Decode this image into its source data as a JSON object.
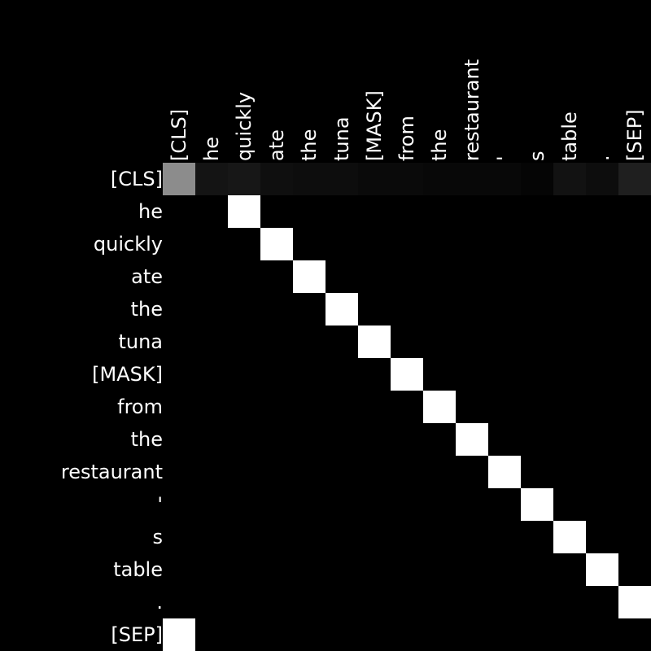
{
  "chart_data": {
    "type": "heatmap",
    "title": "",
    "xlabel": "",
    "ylabel": "",
    "colormap": "greyscale",
    "color_low": "#000000",
    "color_high": "#ffffff",
    "value_range": [
      0,
      1
    ],
    "x_tokens": [
      "[CLS]",
      "he",
      "quickly",
      "ate",
      "the",
      "tuna",
      "[MASK]",
      "from",
      "the",
      "restaurant",
      "'",
      "s",
      "table",
      ".",
      "[SEP]"
    ],
    "y_tokens": [
      "[CLS]",
      "he",
      "quickly",
      "ate",
      "the",
      "tuna",
      "[MASK]",
      "from",
      "the",
      "restaurant",
      "'",
      "s",
      "table",
      ".",
      "[SEP]"
    ],
    "values": [
      [
        0.55,
        0.08,
        0.09,
        0.06,
        0.05,
        0.05,
        0.04,
        0.04,
        0.03,
        0.03,
        0.03,
        0.02,
        0.07,
        0.05,
        0.12
      ],
      [
        0,
        0,
        1,
        0,
        0,
        0,
        0,
        0,
        0,
        0,
        0,
        0,
        0,
        0,
        0
      ],
      [
        0,
        0,
        0,
        1,
        0,
        0,
        0,
        0,
        0,
        0,
        0,
        0,
        0,
        0,
        0
      ],
      [
        0,
        0,
        0,
        0,
        1,
        0,
        0,
        0,
        0,
        0,
        0,
        0,
        0,
        0,
        0
      ],
      [
        0,
        0,
        0,
        0,
        0,
        1,
        0,
        0,
        0,
        0,
        0,
        0,
        0,
        0,
        0
      ],
      [
        0,
        0,
        0,
        0,
        0,
        0,
        1,
        0,
        0,
        0,
        0,
        0,
        0,
        0,
        0
      ],
      [
        0,
        0,
        0,
        0,
        0,
        0,
        0,
        1,
        0,
        0,
        0,
        0,
        0,
        0,
        0
      ],
      [
        0,
        0,
        0,
        0,
        0,
        0,
        0,
        0,
        1,
        0,
        0,
        0,
        0,
        0,
        0
      ],
      [
        0,
        0,
        0,
        0,
        0,
        0,
        0,
        0,
        0,
        1,
        0,
        0,
        0,
        0,
        0
      ],
      [
        0,
        0,
        0,
        0,
        0,
        0,
        0,
        0,
        0,
        0,
        1,
        0,
        0,
        0,
        0
      ],
      [
        0,
        0,
        0,
        0,
        0,
        0,
        0,
        0,
        0,
        0,
        0,
        1,
        0,
        0,
        0
      ],
      [
        0,
        0,
        0,
        0,
        0,
        0,
        0,
        0,
        0,
        0,
        0,
        0,
        1,
        0,
        0
      ],
      [
        0,
        0,
        0,
        0,
        0,
        0,
        0,
        0,
        0,
        0,
        0,
        0,
        0,
        1,
        0
      ],
      [
        0,
        0,
        0,
        0,
        0,
        0,
        0,
        0,
        0,
        0,
        0,
        0,
        0,
        0,
        1
      ],
      [
        1,
        0,
        0,
        0,
        0,
        0,
        0,
        0,
        0,
        0,
        0,
        0,
        0,
        0,
        0
      ]
    ]
  }
}
